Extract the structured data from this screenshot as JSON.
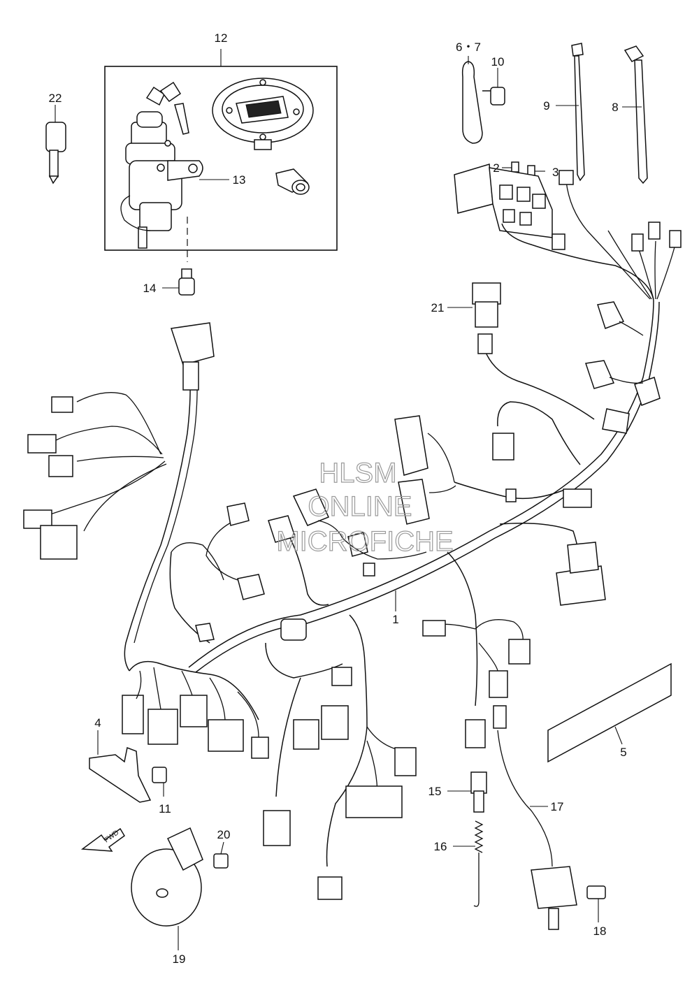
{
  "callouts": {
    "c1": "1",
    "c2": "2",
    "c3": "3",
    "c4": "4",
    "c5": "5",
    "c67": "6・7",
    "c8": "8",
    "c9": "9",
    "c10": "10",
    "c11": "11",
    "c12": "12",
    "c13": "13",
    "c14": "14",
    "c15": "15",
    "c16": "16",
    "c17": "17",
    "c18": "18",
    "c19": "19",
    "c20": "20",
    "c21": "21",
    "c22": "22"
  },
  "fwd_marker": "FWD",
  "watermark": {
    "line1": "HLSM",
    "line2": "ONLINE",
    "line3": "MICROFICHE"
  }
}
